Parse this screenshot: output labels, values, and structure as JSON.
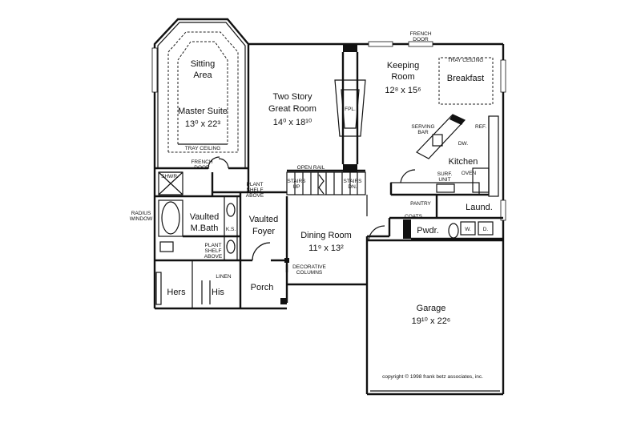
{
  "rooms": {
    "sitting": [
      "Sitting",
      "Area"
    ],
    "master": [
      "Master Suite",
      "13⁰ x 22³"
    ],
    "great": [
      "Two Story",
      "Great Room",
      "14⁰ x 18¹⁰"
    ],
    "keeping": [
      "Keeping",
      "Room",
      "12⁸ x 15⁶"
    ],
    "breakfast": "Breakfast",
    "kitchen": "Kitchen",
    "dining": [
      "Dining Room",
      "11⁹ x 13²"
    ],
    "foyer": [
      "Vaulted",
      "Foyer"
    ],
    "mbath": [
      "Vaulted",
      "M.Bath"
    ],
    "laund": "Laund.",
    "pwdr": "Pwdr.",
    "porch": "Porch",
    "garage": [
      "Garage",
      "19¹⁰ x 22⁶"
    ],
    "hers": "Hers",
    "his": "His"
  },
  "notes": {
    "french_door_top": [
      "FRENCH",
      "DOOR"
    ],
    "french_door_master": [
      "FRENCH",
      "DOOR"
    ],
    "tray_ceiling_master": "TRAY CEILING",
    "tray_ceiling_breakfast": "TRAY CEILING",
    "fpl": "FPL.",
    "serving_bar": [
      "SERVING",
      "BAR"
    ],
    "dw": "DW.",
    "ref": "REF.",
    "surf_unit": [
      "SURF.",
      "UNIT"
    ],
    "oven": "OVEN",
    "pantry": "PANTRY",
    "open_rail": "OPEN RAIL",
    "stairs_up": [
      "STAIRS",
      "UP"
    ],
    "stairs_dn": [
      "STAIRS",
      "DN."
    ],
    "plant_shelf_1": [
      "PLANT",
      "SHELF",
      "ABOVE"
    ],
    "plant_shelf_2": [
      "PLANT",
      "SHELF",
      "ABOVE"
    ],
    "shwr": "SHWR.",
    "ks": "K.S.",
    "radius_window": [
      "RADIUS",
      "WINDOW"
    ],
    "linen": "LINEN",
    "coats": "COATS",
    "w": "W.",
    "d": "D.",
    "decorative_columns": [
      "DECORATIVE",
      "COLUMNS"
    ],
    "copyright": "copyright © 1998 frank betz associates, inc."
  }
}
